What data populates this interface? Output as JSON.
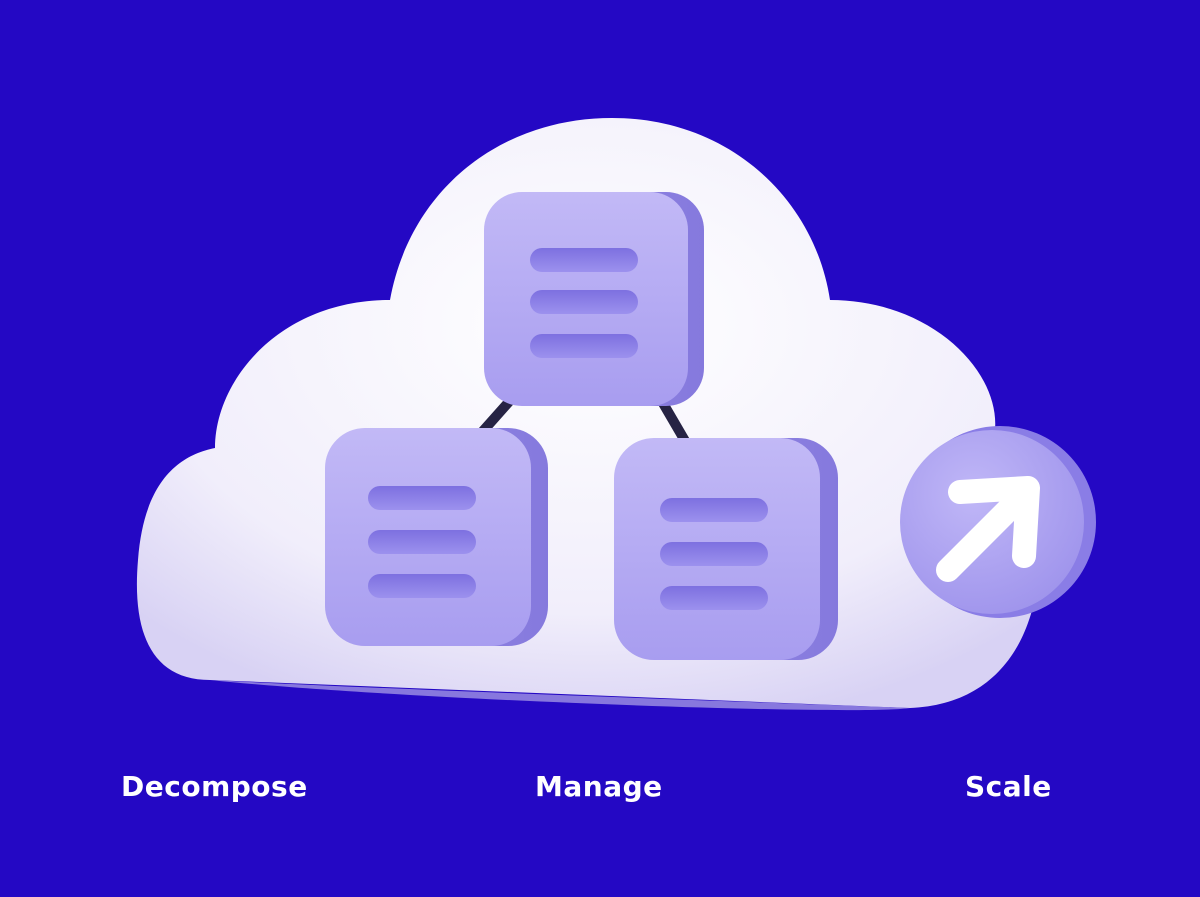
{
  "labels": {
    "decompose": "Decompose",
    "manage": "Manage",
    "scale": "Scale"
  },
  "colors": {
    "background": "#2408c4",
    "cloud": "#f4f2fb",
    "card": "#aea4ef",
    "card_bar": "#8a7de6",
    "connector": "#262344",
    "arrow": "#ffffff"
  },
  "icons": {
    "cloud": "cloud-icon",
    "node": "server-node-icon",
    "scale": "arrow-up-right-icon"
  }
}
